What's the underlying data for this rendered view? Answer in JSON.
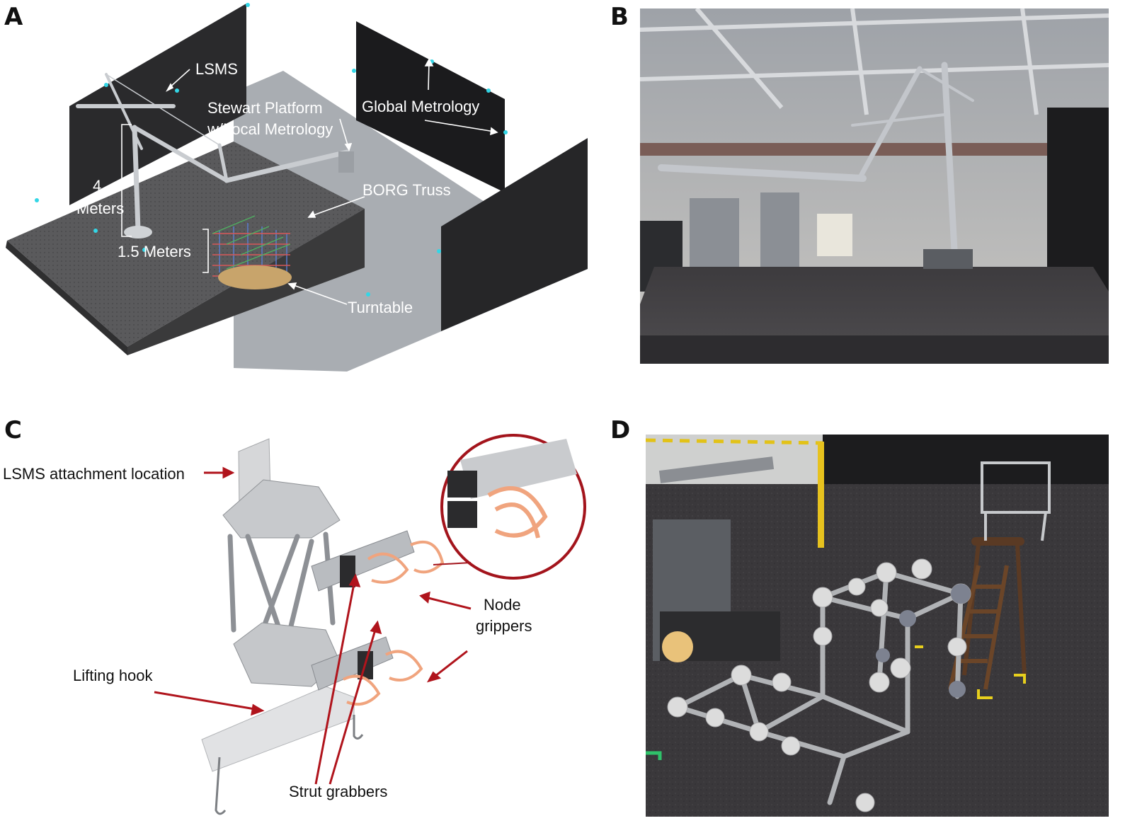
{
  "panels": {
    "a": {
      "letter": "A",
      "labels": {
        "lsms": "LSMS",
        "stewart_line1": "Stewart Platform",
        "stewart_line2": "w/Local Metrology",
        "global_metrology": "Global Metrology",
        "four": "4",
        "meters": "Meters",
        "one_five_meters": "1.5 Meters",
        "borg_truss": "BORG Truss",
        "turntable": "Turntable"
      }
    },
    "b": {
      "letter": "B"
    },
    "c": {
      "letter": "C",
      "labels": {
        "lsms_attachment": "LSMS attachment location",
        "node_line1": "Node",
        "node_line2": "grippers",
        "lifting_hook": "Lifting hook",
        "strut_grabbers": "Strut grabbers"
      }
    },
    "d": {
      "letter": "D"
    }
  },
  "colors": {
    "annotation_arrow": "#b0141c",
    "gripper": "#f0a47e",
    "metrology_marker": "#33d6e6"
  }
}
